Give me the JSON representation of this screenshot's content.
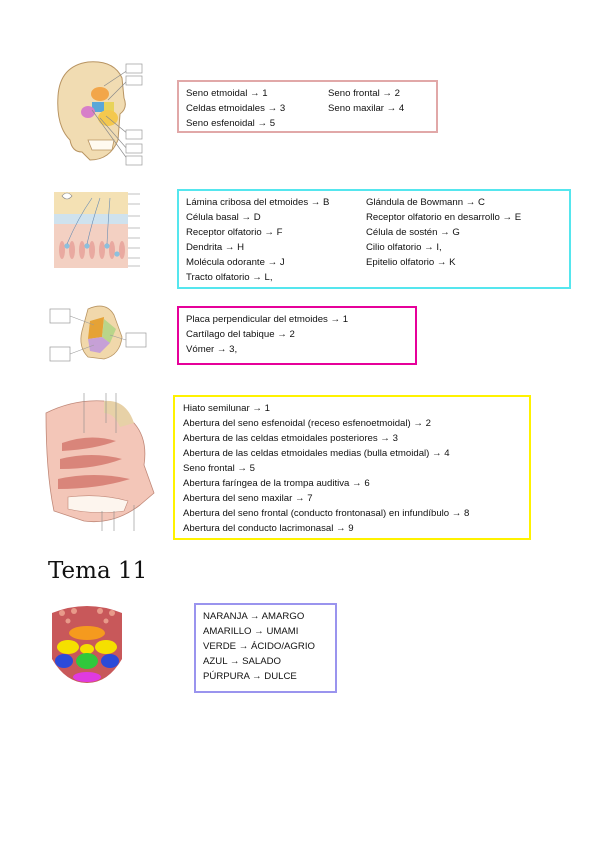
{
  "box1": {
    "color": "#e1a8a8",
    "rows": [
      [
        "Seno etmoidal → 1",
        "Seno frontal → 2"
      ],
      [
        "Celdas etmoidales → 3",
        "Seno maxilar → 4"
      ],
      [
        "Seno esfenoidal → 5"
      ]
    ]
  },
  "box2": {
    "color": "#55e6ee",
    "rows": [
      [
        "Lámina cribosa del etmoides → B",
        "Glándula de Bowmann → C"
      ],
      [
        "Célula basal → D",
        "Receptor olfatorio en desarrollo → E"
      ],
      [
        "Receptor olfatorio → F",
        "Célula de sostén → G"
      ],
      [
        "Dendrita → H",
        "Cilio olfatorio → I,"
      ],
      [
        "Molécula odorante → J",
        "Epitelio olfatorio → K"
      ],
      [
        "Tracto olfatorio → L,"
      ]
    ]
  },
  "box3": {
    "color": "#e6009a",
    "lines": [
      "Placa perpendicular del etmoides → 1",
      "Cartílago del tabique → 2",
      "Vómer → 3,"
    ]
  },
  "box4": {
    "color": "#fff200",
    "lines": [
      "Hiato semilunar → 1",
      "Abertura del seno esfenoidal (receso esfenoetmoidal) → 2",
      "Abertura de las celdas etmoidales posteriores → 3",
      "Abertura de las celdas etmoidales medias (bulla etmoidal) → 4",
      "Seno frontal → 5",
      "Abertura faríngea de la trompa auditiva → 6",
      "Abertura del seno maxilar → 7",
      "Abertura del seno frontal (conducto frontonasal) en infundíbulo → 8",
      "Abertura del conducto lacrimonasal → 9"
    ]
  },
  "heading": "Tema 11",
  "box5": {
    "color": "#9a94ee",
    "lines": [
      "NARANJA → AMARGO",
      "AMARILLO → UMAMI",
      "VERDE → ÁCIDO/AGRIO",
      "AZUL → SALADO",
      "PÚRPURA → DULCE"
    ]
  }
}
